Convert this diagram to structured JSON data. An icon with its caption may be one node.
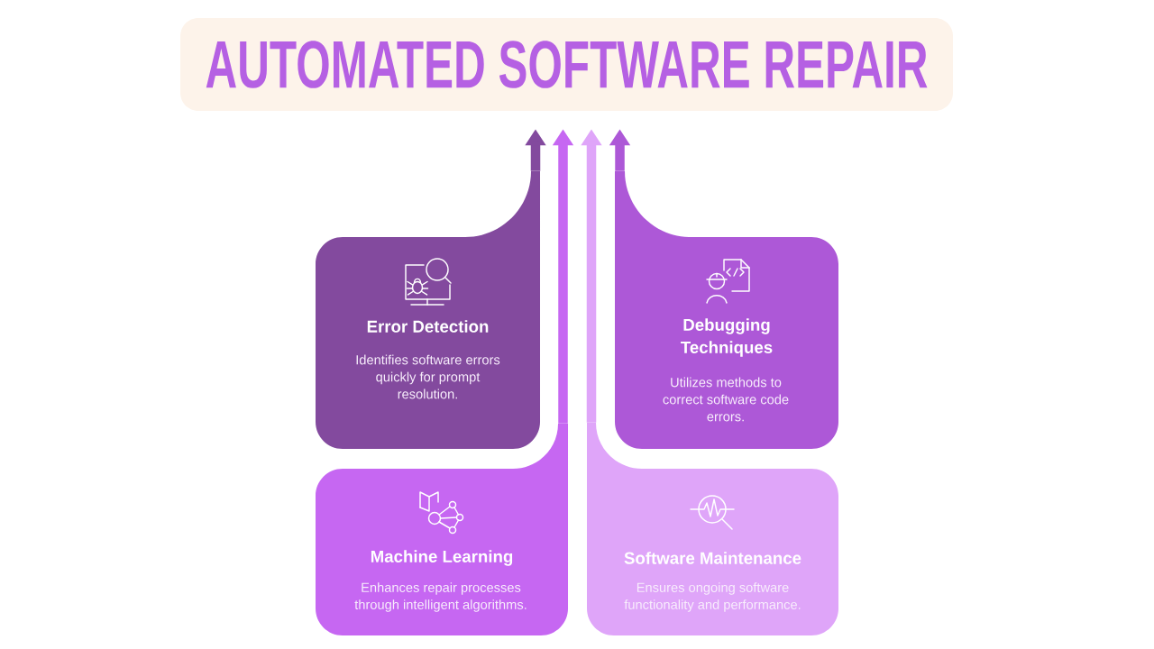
{
  "diagram": {
    "nodes": [
      {
        "text": [
          "AUTOMATED SOFTWARE REPAIR"
        ]
      },
      {
        "text": [
          "Error Detection",
          "Identifies software errors quickly for prompt resolution."
        ]
      },
      {
        "text": [
          "Debugging Techniques",
          "Utilizes methods to correct software code errors."
        ]
      },
      {
        "text": [
          "Machine Learning",
          "Enhances repair processes through intelligent algorithms."
        ]
      },
      {
        "text": [
          "Software Maintenance",
          "Ensures ongoing software functionality and performance."
        ]
      }
    ],
    "edges": [
      {
        "from": 1,
        "to": 0,
        "arrow": "to",
        "color": "#834a9e"
      },
      {
        "from": 2,
        "to": 0,
        "arrow": "to",
        "color": "#ad58d7"
      },
      {
        "from": 3,
        "to": 0,
        "arrow": "to",
        "color": "#c667f2"
      },
      {
        "from": 4,
        "to": 0,
        "arrow": "to",
        "color": "#dfa5f9"
      }
    ]
  }
}
